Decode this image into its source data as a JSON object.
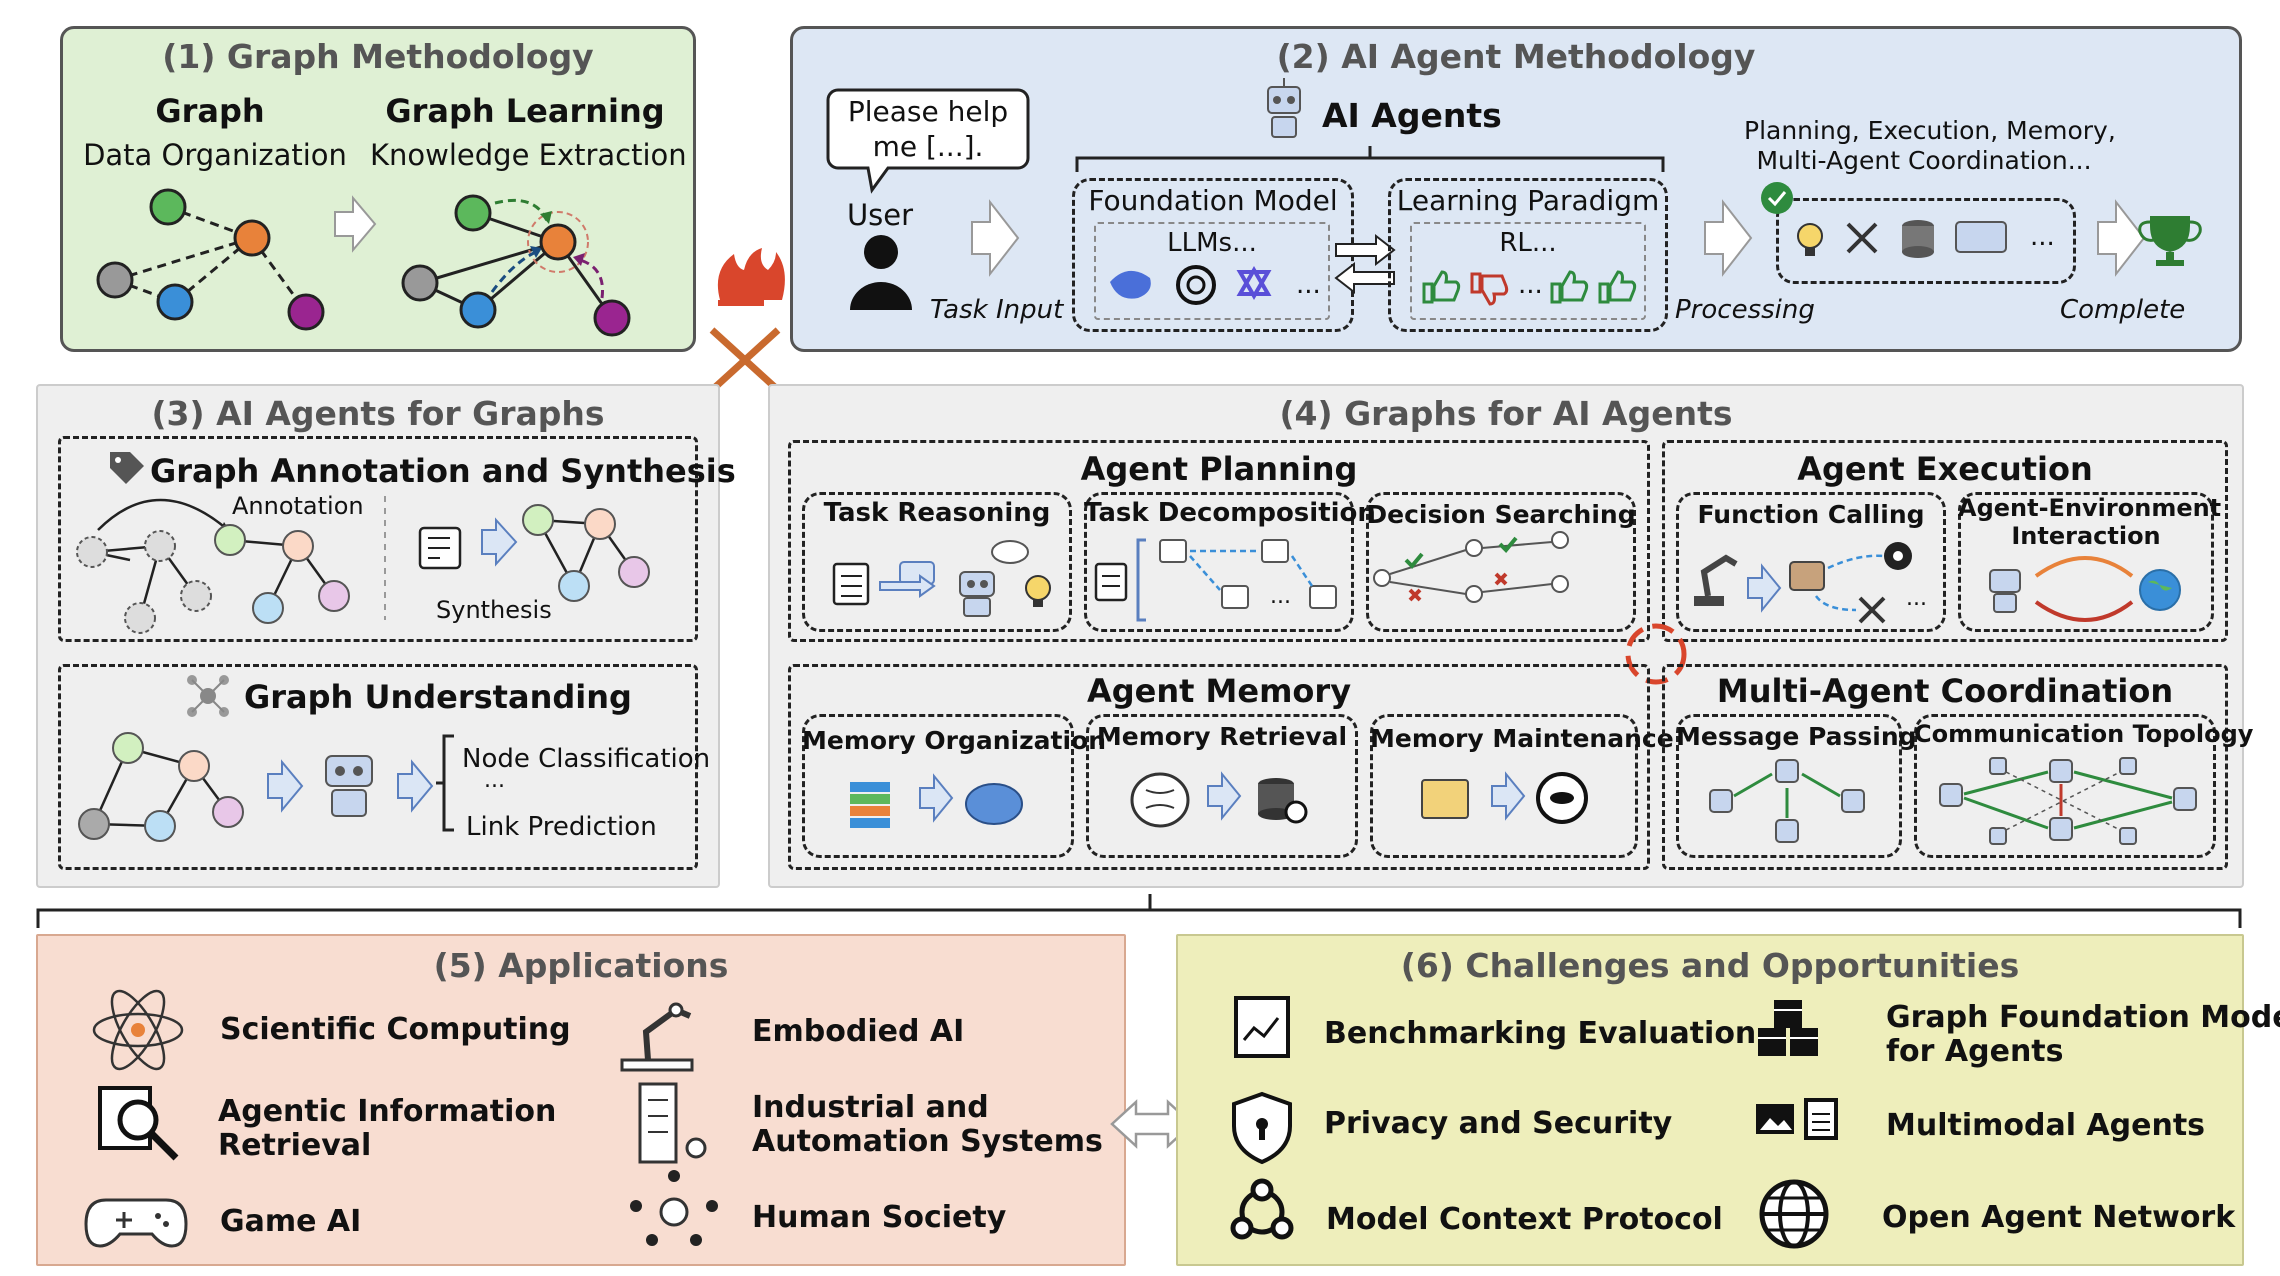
{
  "p1": {
    "title": "(1) Graph Methodology",
    "graph_title": "Graph",
    "graph_sub": "Data Organization",
    "gl_title": "Graph Learning",
    "gl_sub": "Knowledge Extraction"
  },
  "p2": {
    "title": "(2) AI Agent Methodology",
    "bubble_line1": "Please help",
    "bubble_line2": "me [...].",
    "user": "User",
    "task_input": "Task Input",
    "agents_title": "AI Agents",
    "fm_title": "Foundation Model",
    "fm_llms": "LLMs...",
    "fm_dots": "...",
    "lp_title": "Learning Paradigm",
    "lp_rl": "RL...",
    "lp_dots": "...",
    "processing": "Processing",
    "pem_line1": "Planning, Execution, Memory,",
    "pem_line2": "Multi-Agent Coordination...",
    "pem_dots": "...",
    "complete": "Complete"
  },
  "p3": {
    "title": "(3) AI Agents for Graphs",
    "gas_title": "Graph Annotation and Synthesis",
    "annotation": "Annotation",
    "synthesis": "Synthesis",
    "gu_title": "Graph Understanding",
    "node_cls": "Node Classification",
    "dots": "...",
    "link_pred": "Link Prediction"
  },
  "p4": {
    "title": "(4) Graphs for AI Agents",
    "planning": {
      "title": "Agent Planning",
      "task_reasoning": "Task Reasoning",
      "task_decomp": "Task Decomposition",
      "decision_search": "Decision Searching",
      "dots": "..."
    },
    "execution": {
      "title": "Agent Execution",
      "function_calling": "Function Calling",
      "env_line1": "Agent-Environment",
      "env_line2": "Interaction",
      "dots": "..."
    },
    "memory": {
      "title": "Agent Memory",
      "org": "Memory Organization",
      "ret": "Memory Retrieval",
      "maint": "Memory Maintenance"
    },
    "mac": {
      "title": "Multi-Agent Coordination",
      "msg": "Message Passing",
      "topo": "Communication Topology"
    }
  },
  "p5": {
    "title": "(5) Applications",
    "items": [
      "Scientific Computing",
      "Embodied AI",
      "Agentic Information",
      "Retrieval",
      "Industrial and",
      "Automation Systems",
      "Game AI",
      "Human Society"
    ]
  },
  "p6": {
    "title": "(6) Challenges and Opportunities",
    "items": [
      "Benchmarking Evaluation",
      "Graph Foundation Models",
      "for Agents",
      "Privacy and Security",
      "Multimodal Agents",
      "Model Context Protocol",
      "Open Agent Network"
    ]
  },
  "colors": {
    "green_panel": "#dff0d4",
    "blue_panel": "#dde7f4",
    "gray_panel": "#efefef",
    "orange_panel": "#f8ddd1",
    "yellow_panel": "#eeeebb",
    "node_green": "#5cb85c",
    "node_orange": "#e8823a",
    "node_blue": "#3a8fd8",
    "node_purple": "#9a2590"
  }
}
